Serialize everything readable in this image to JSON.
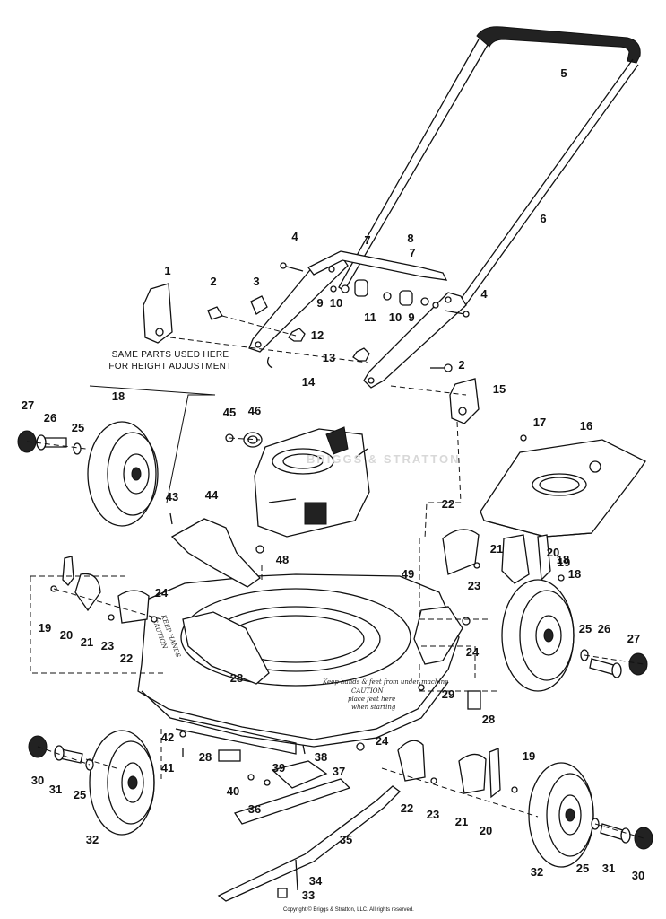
{
  "note": {
    "line1": "SAME PARTS USED HERE",
    "line2": "FOR HEIGHT ADJUSTMENT"
  },
  "deck_text": {
    "line1": "Keep hands & feet from under machine",
    "line2": "CAUTION",
    "line3": "place feet here",
    "line4": "when starting",
    "side1": "CAUTION",
    "side2": "KEEP HANDS"
  },
  "watermark": "BRIGGS & STRATTON",
  "copyright": "Copyright © Briggs & Stratton, LLC. All rights reserved.",
  "callouts": [
    "1",
    "2",
    "2",
    "3",
    "4",
    "4",
    "5",
    "6",
    "7",
    "7",
    "8",
    "9",
    "9",
    "10",
    "10",
    "11",
    "12",
    "13",
    "14",
    "15",
    "16",
    "17",
    "18",
    "18",
    "18",
    "19",
    "19",
    "19",
    "20",
    "20",
    "20",
    "21",
    "21",
    "21",
    "22",
    "22",
    "22",
    "23",
    "23",
    "23",
    "24",
    "24",
    "24",
    "25",
    "25",
    "25",
    "25",
    "26",
    "26",
    "27",
    "27",
    "28",
    "28",
    "28",
    "29",
    "30",
    "30",
    "31",
    "31",
    "32",
    "32",
    "33",
    "34",
    "35",
    "36",
    "37",
    "38",
    "39",
    "40",
    "41",
    "42",
    "43",
    "44",
    "45",
    "46",
    "48",
    "49"
  ]
}
